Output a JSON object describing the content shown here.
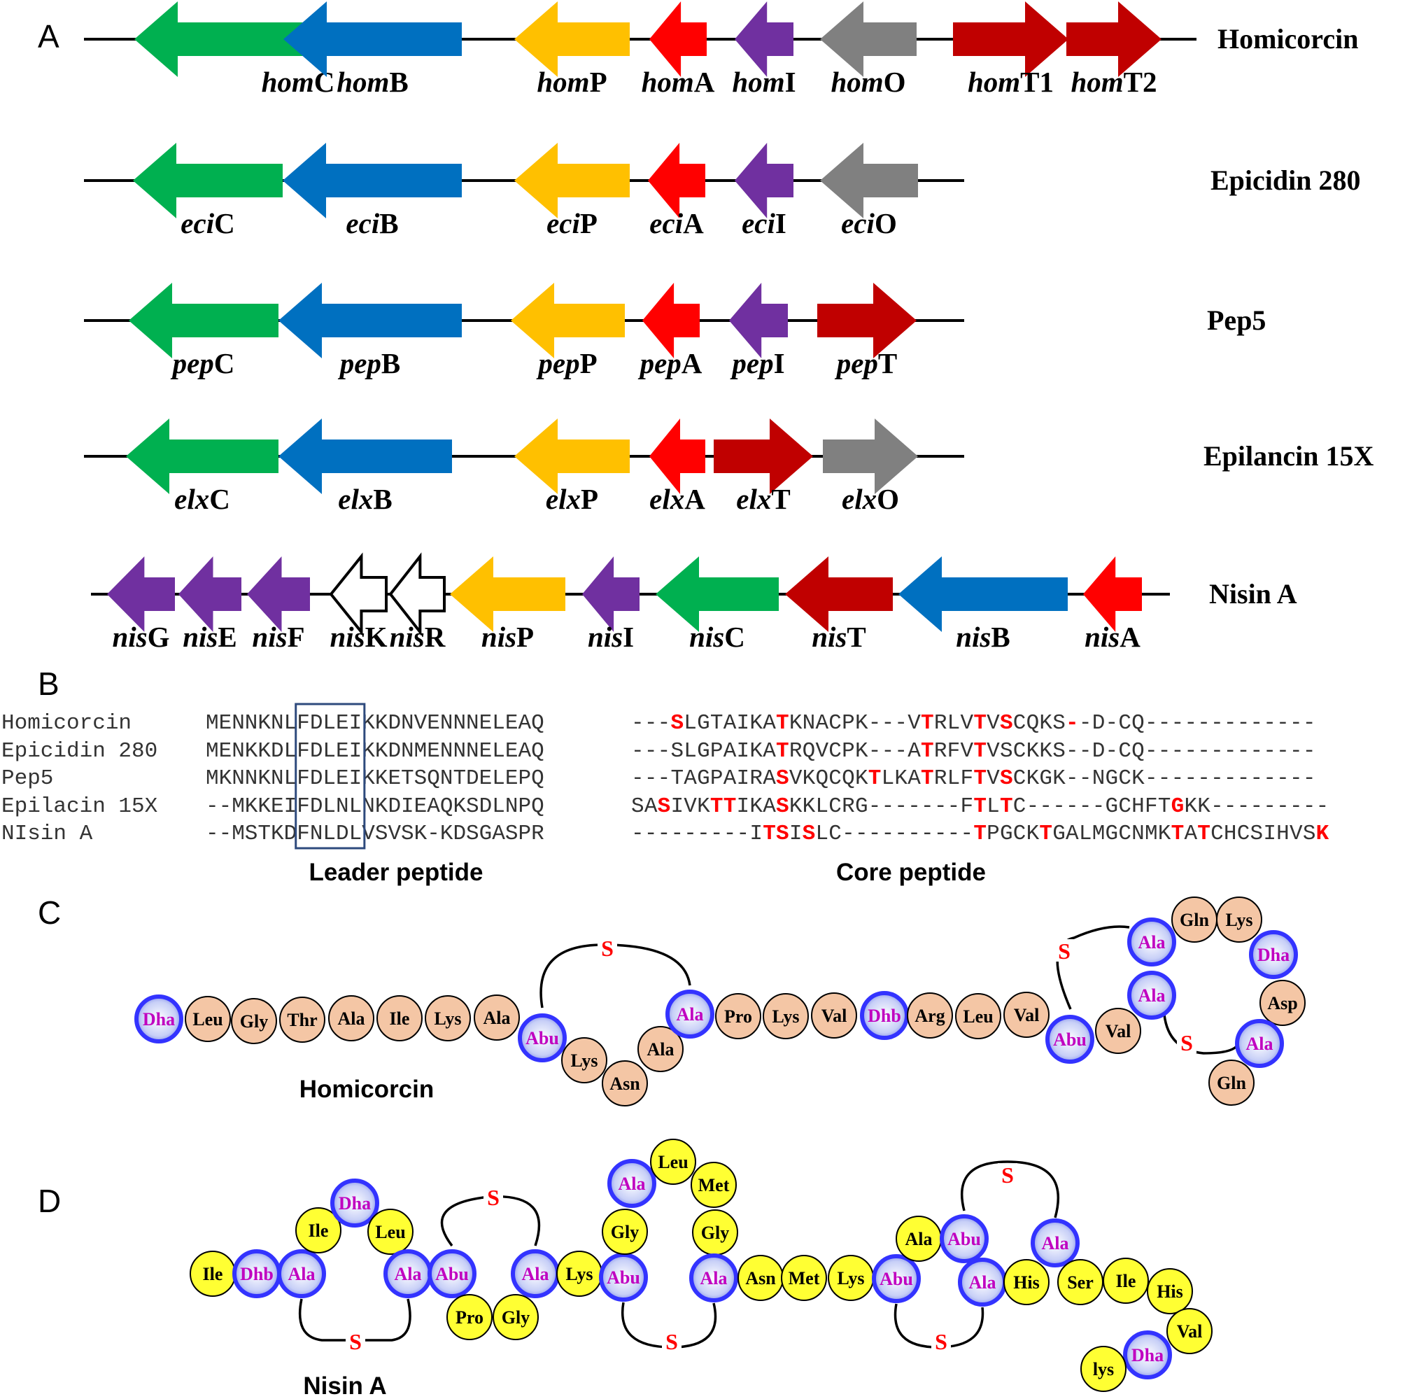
{
  "panel_labels": [
    "A",
    "B",
    "C",
    "D"
  ],
  "colors": {
    "green": "#00b050",
    "blue": "#0070c0",
    "yellow": "#ffc000",
    "red": "#ff0000",
    "purple": "#7030a0",
    "grey": "#808080",
    "darkred": "#c00000",
    "white": "#ffffff",
    "peach": "#f4c6a5",
    "yellowres": "#ffff33",
    "modfill": "#dde3ff",
    "modring": "#3333ff"
  },
  "clusters": [
    {
      "name": "Homicorcin",
      "prefix": "hom",
      "genes": [
        {
          "suffix": "C",
          "color": "green",
          "dir": "left"
        },
        {
          "suffix": "B",
          "color": "blue",
          "dir": "left"
        },
        {
          "suffix": "P",
          "color": "yellow",
          "dir": "left"
        },
        {
          "suffix": "A",
          "color": "red",
          "dir": "left"
        },
        {
          "suffix": "I",
          "color": "purple",
          "dir": "left"
        },
        {
          "suffix": "O",
          "color": "grey",
          "dir": "left"
        },
        {
          "suffix": "T1",
          "color": "darkred",
          "dir": "right"
        },
        {
          "suffix": "T2",
          "color": "darkred",
          "dir": "right"
        }
      ]
    },
    {
      "name": "Epicidin 280",
      "prefix": "eci",
      "genes": [
        {
          "suffix": "C",
          "color": "green",
          "dir": "left"
        },
        {
          "suffix": "B",
          "color": "blue",
          "dir": "left"
        },
        {
          "suffix": "P",
          "color": "yellow",
          "dir": "left"
        },
        {
          "suffix": "A",
          "color": "red",
          "dir": "left"
        },
        {
          "suffix": "I",
          "color": "purple",
          "dir": "left"
        },
        {
          "suffix": "O",
          "color": "grey",
          "dir": "left"
        }
      ]
    },
    {
      "name": "Pep5",
      "prefix": "pep",
      "genes": [
        {
          "suffix": "C",
          "color": "green",
          "dir": "left"
        },
        {
          "suffix": "B",
          "color": "blue",
          "dir": "left"
        },
        {
          "suffix": "P",
          "color": "yellow",
          "dir": "left"
        },
        {
          "suffix": "A",
          "color": "red",
          "dir": "left"
        },
        {
          "suffix": "I",
          "color": "purple",
          "dir": "left"
        },
        {
          "suffix": "T",
          "color": "darkred",
          "dir": "right"
        }
      ]
    },
    {
      "name": "Epilancin 15X",
      "prefix": "elx",
      "genes": [
        {
          "suffix": "C",
          "color": "green",
          "dir": "left"
        },
        {
          "suffix": "B",
          "color": "blue",
          "dir": "left"
        },
        {
          "suffix": "P",
          "color": "yellow",
          "dir": "left"
        },
        {
          "suffix": "A",
          "color": "red",
          "dir": "left"
        },
        {
          "suffix": "T",
          "color": "darkred",
          "dir": "right"
        },
        {
          "suffix": "O",
          "color": "grey",
          "dir": "right"
        }
      ]
    },
    {
      "name": "Nisin A",
      "prefix": "nis",
      "genes": [
        {
          "suffix": "G",
          "color": "purple",
          "dir": "left"
        },
        {
          "suffix": "E",
          "color": "purple",
          "dir": "left"
        },
        {
          "suffix": "F",
          "color": "purple",
          "dir": "left"
        },
        {
          "suffix": "K",
          "color": "white",
          "dir": "left"
        },
        {
          "suffix": "R",
          "color": "white",
          "dir": "left"
        },
        {
          "suffix": "P",
          "color": "yellow",
          "dir": "left"
        },
        {
          "suffix": "I",
          "color": "purple",
          "dir": "left"
        },
        {
          "suffix": "C",
          "color": "green",
          "dir": "left"
        },
        {
          "suffix": "T",
          "color": "darkred",
          "dir": "left"
        },
        {
          "suffix": "B",
          "color": "blue",
          "dir": "left"
        },
        {
          "suffix": "A",
          "color": "red",
          "dir": "left"
        }
      ]
    }
  ],
  "alignment": {
    "names": [
      "Homicorcin",
      "Epicidin 280",
      "Pep5",
      "Epilacin 15X",
      "NIsin A"
    ],
    "leader": [
      "MENNKNLFDLEIKKDNVENNNELEAQ",
      "MENKKDLFDLEIKKDNMENNNELEAQ",
      "MKNNKNLFDLEIKKETSQNTDELEPQ",
      "--MKKEIFDLNLNKDIEAQKSDLNPQ",
      "--MSTKDFNLDLVSVSK-KDSGASPR"
    ],
    "core": [
      "---SLGTAIKATKNACPK---VTRLVTVSCQKS--D-CQ-------------",
      "---SLGPAIKATRQVCPK---ATRFVTVSCKKS--D-CQ-------------",
      "---TAGPAIRASVKQCQKTLKATRLFTVSCKGK--NGCK-------------",
      "SASIVKTTIKASKKLCRG-------FTLTC------GCHFTGKK---------",
      "---------ITSISLC----------TPGCKTGALMGCNMKTATCHCSIHVSK"
    ],
    "core_highlights": [
      [
        3,
        11,
        22,
        26,
        28,
        33
      ],
      [
        11,
        22,
        26
      ],
      [
        11,
        18,
        22,
        26,
        28
      ],
      [
        2,
        6,
        7,
        11,
        26,
        28,
        41
      ],
      [
        10,
        11,
        13,
        26,
        31,
        41,
        43,
        52
      ]
    ],
    "leader_label": "Leader peptide",
    "core_label": "Core peptide"
  },
  "structures": {
    "homicorcin": {
      "label": "Homicorcin",
      "residues": [
        "Dha",
        "Leu",
        "Gly",
        "Thr",
        "Ala",
        "Ile",
        "Lys",
        "Ala",
        "Abu",
        "Lys",
        "Asn",
        "Ala",
        "Ala",
        "Pro",
        "Lys",
        "Val",
        "Dhb",
        "Arg",
        "Leu",
        "Val",
        "Abu",
        "Val",
        "Ala",
        "Gln",
        "Lys",
        "Dha",
        "Ala",
        "Asp",
        "Ala",
        "Gln"
      ]
    },
    "nisin": {
      "label": "Nisin A",
      "residues": [
        "Ile",
        "Dhb",
        "Ala",
        "Ile",
        "Dha",
        "Leu",
        "Ala",
        "Abu",
        "Pro",
        "Gly",
        "Ala",
        "Lys",
        "Abu",
        "Gly",
        "Ala",
        "Leu",
        "Met",
        "Gly",
        "Ala",
        "Asn",
        "Met",
        "Lys",
        "Abu",
        "Ala",
        "Abu",
        "Ala",
        "His",
        "Ala",
        "Ser",
        "Ile",
        "His",
        "Val",
        "Dha",
        "lys"
      ]
    },
    "sulfur_label": "S"
  }
}
